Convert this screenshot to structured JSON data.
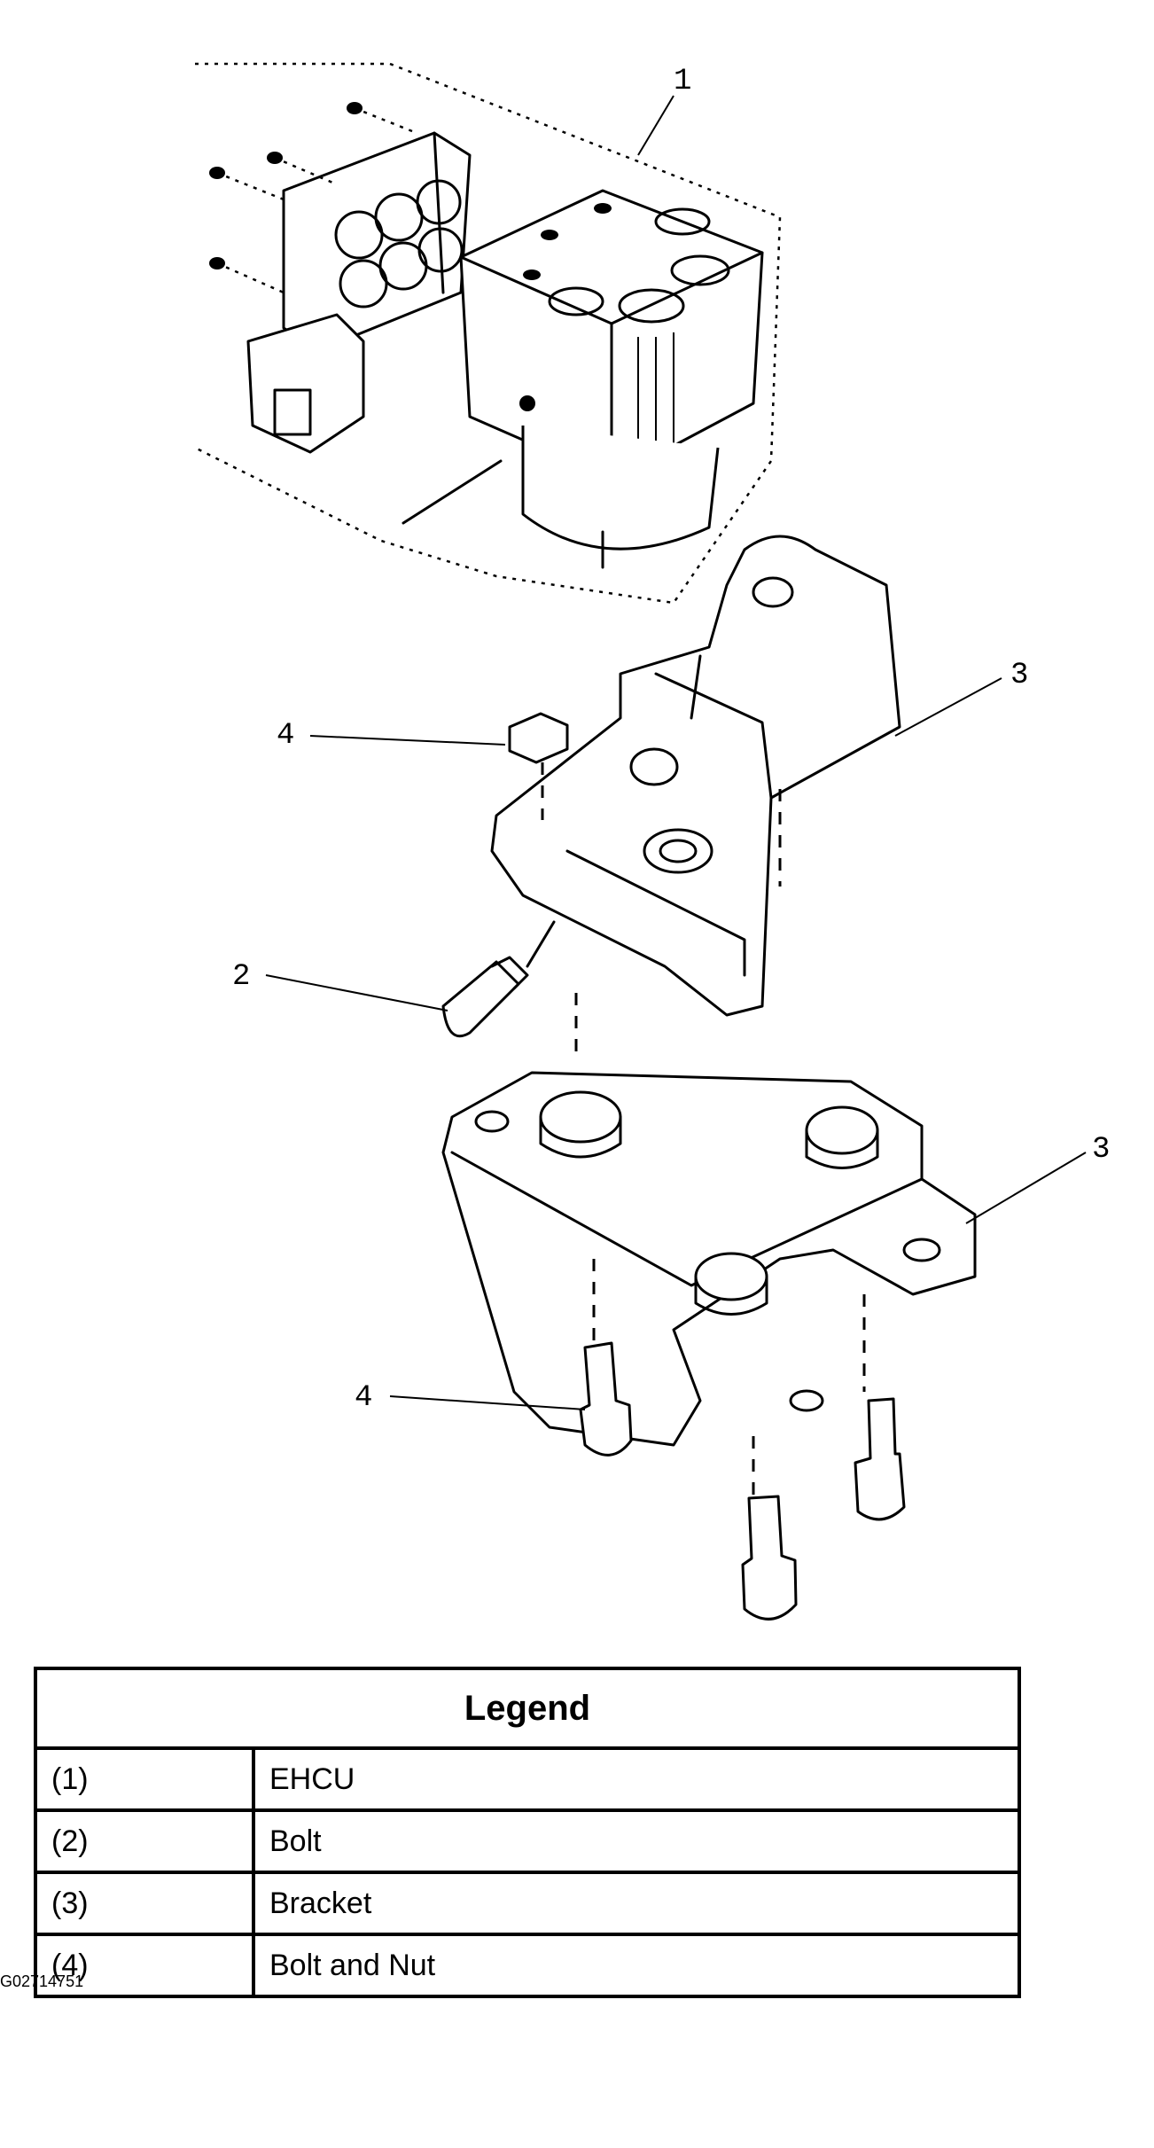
{
  "callouts": [
    {
      "id": "c1",
      "text": "1"
    },
    {
      "id": "c2",
      "text": "2"
    },
    {
      "id": "c3a",
      "text": "3"
    },
    {
      "id": "c3b",
      "text": "3"
    },
    {
      "id": "c4a",
      "text": "4"
    },
    {
      "id": "c4b",
      "text": "4"
    }
  ],
  "legend": {
    "title": "Legend",
    "rows": [
      {
        "num": "(1)",
        "label": "EHCU"
      },
      {
        "num": "(2)",
        "label": "Bolt"
      },
      {
        "num": "(3)",
        "label": "Bracket"
      },
      {
        "num": "(4)",
        "label": "Bolt and Nut"
      }
    ]
  },
  "figure_id": "G02714751"
}
